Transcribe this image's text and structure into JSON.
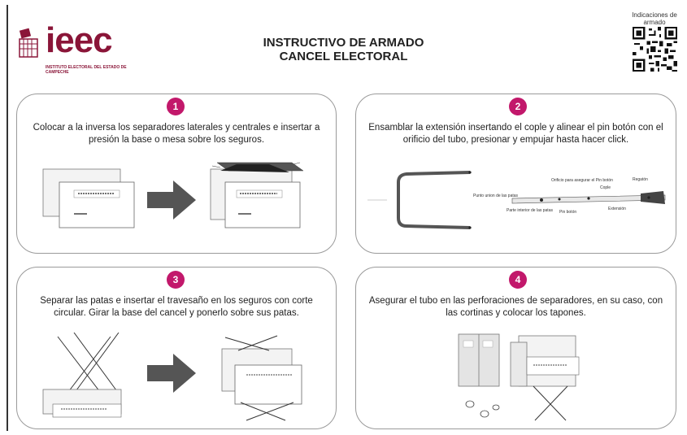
{
  "header": {
    "logo_text": "ieec",
    "logo_subtitle": "INSTITUTO ELECTORAL DEL ESTADO DE CAMPECHE",
    "title_line1": "INSTRUCTIVO DE ARMADO",
    "title_line2": "CANCEL ELECTORAL",
    "qr_label": "Indicaciones de armado"
  },
  "colors": {
    "accent": "#c2186b",
    "brand": "#8a1538",
    "arrow": "#555555"
  },
  "steps": [
    {
      "number": "1",
      "text": "Colocar a la inversa los separadores laterales y centrales e insertar a presión la base o mesa sobre los seguros."
    },
    {
      "number": "2",
      "text": "Ensamblar la extensión insertando el cople y alinear el pin botón con el orificio del tubo, presionar y empujar hasta hacer click."
    },
    {
      "number": "3",
      "text": "Separar las patas e insertar el travesaño en los seguros con corte circular. Girar la base del cancel y ponerlo sobre sus patas."
    },
    {
      "number": "4",
      "text": "Asegurar el tubo en las perforaciones de separadores, en su caso, con las cortinas y colocar los tapones."
    }
  ],
  "diagram_labels": {
    "orificio": "Orificio para asegurar el Pin botón",
    "cople": "Cople",
    "regaton": "Regatón",
    "parte_interior": "Parte interior de las patas",
    "pin_boton": "Pin botón",
    "extension": "Extensión",
    "punto_union": "Punto union de las patas"
  }
}
